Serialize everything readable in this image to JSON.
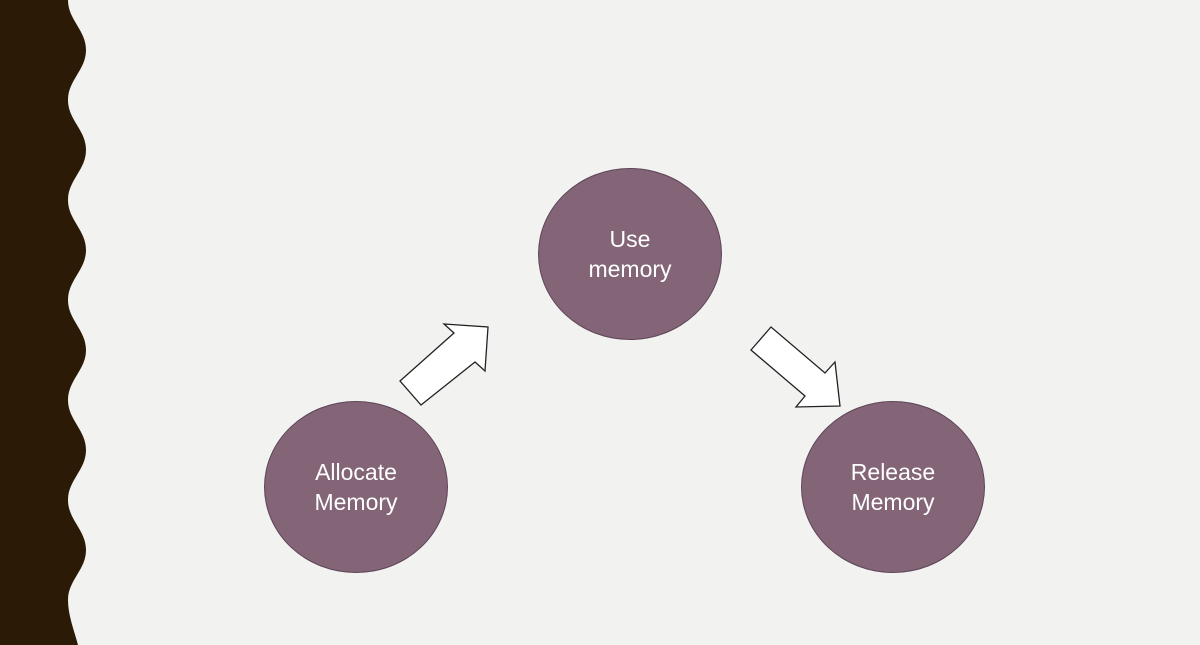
{
  "colors": {
    "background": "#f2f2f0",
    "band": "#2a1a06",
    "node_fill": "#836577",
    "node_border": "#5e4457",
    "arrow_fill": "#ffffff",
    "arrow_stroke": "#222222"
  },
  "diagram": {
    "nodes": [
      {
        "id": "use",
        "label": "Use\nmemory"
      },
      {
        "id": "allocate",
        "label": "Allocate\nMemory"
      },
      {
        "id": "release",
        "label": "Release\nMemory"
      }
    ],
    "edges": [
      {
        "from": "allocate",
        "to": "use"
      },
      {
        "from": "use",
        "to": "release"
      }
    ]
  }
}
